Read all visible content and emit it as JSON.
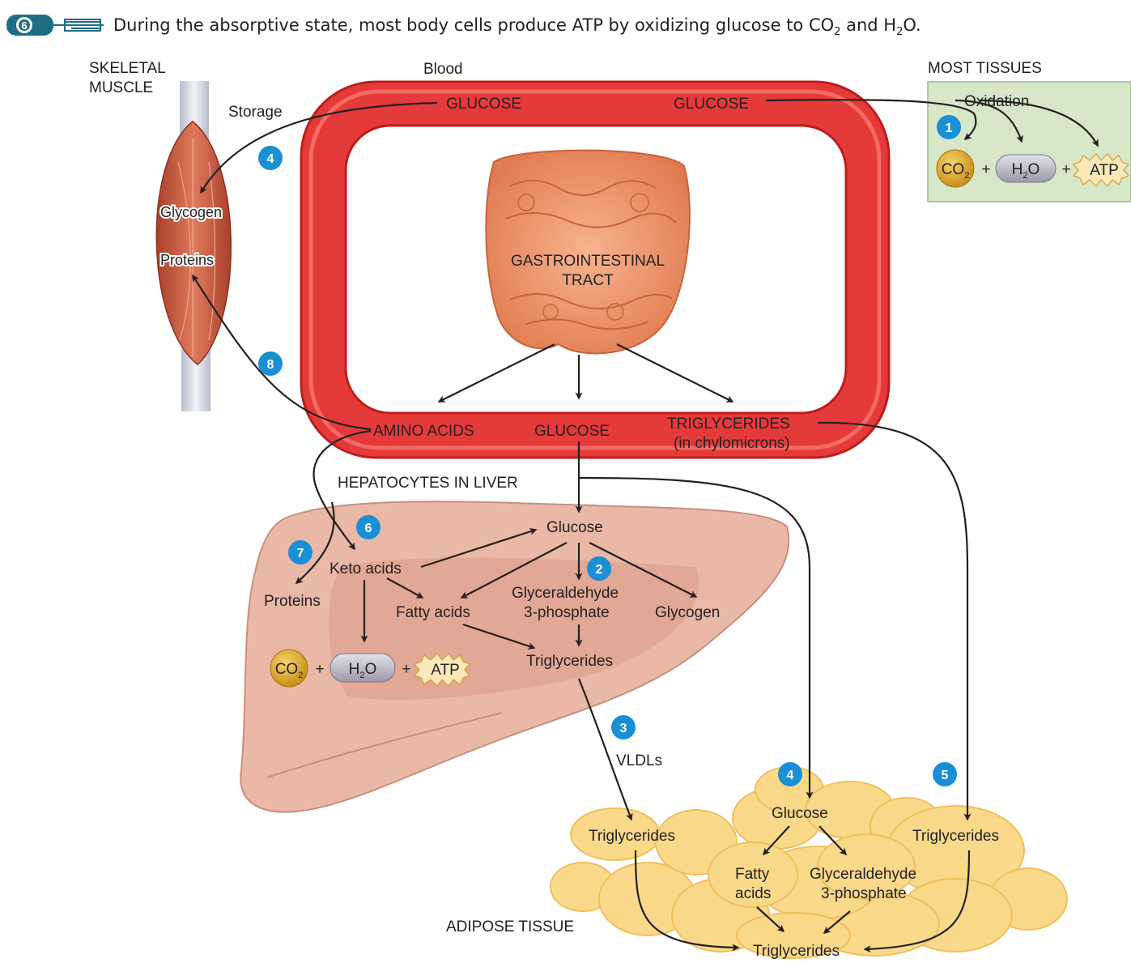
{
  "caption": {
    "text_main": "During the absorptive state, most body cells produce ATP by oxidizing glucose to CO",
    "sub2": "2",
    "text_and": " and H",
    "text_end": "O.",
    "icon": "key-lock-icon"
  },
  "regions": {
    "skeletal_muscle_1": "SKELETAL",
    "skeletal_muscle_2": "MUSCLE",
    "blood": "Blood",
    "most_tissues": "MOST TISSUES",
    "oxidation": "Oxidation",
    "storage": "Storage",
    "gi_tract_1": "GASTROINTESTINAL",
    "gi_tract_2": "TRACT",
    "hepatocytes": "HEPATOCYTES IN LIVER",
    "adipose": "ADIPOSE TISSUE",
    "vldls": "VLDLs"
  },
  "blood": {
    "glucose_left": "GLUCOSE",
    "glucose_right": "GLUCOSE",
    "amino_acids": "AMINO ACIDS",
    "glucose_bottom": "GLUCOSE",
    "triglycerides": "TRIGLYCERIDES",
    "chylomicrons": "(in chylomicrons)"
  },
  "muscle": {
    "glycogen": "Glycogen",
    "proteins": "Proteins"
  },
  "products": {
    "co": "CO",
    "two": "2",
    "h": "H",
    "o": "O",
    "plus": "+",
    "atp": "ATP"
  },
  "liver": {
    "glucose": "Glucose",
    "keto_acids": "Keto acids",
    "proteins": "Proteins",
    "fatty_acids": "Fatty acids",
    "g3p_1": "Glyceraldehyde",
    "g3p_2": "3-phosphate",
    "glycogen": "Glycogen",
    "triglycerides": "Triglycerides"
  },
  "adipose": {
    "triglycerides_left": "Triglycerides",
    "glucose": "Glucose",
    "triglycerides_right": "Triglycerides",
    "fatty_1": "Fatty",
    "fatty_2": "acids",
    "g3p_1": "Glyceraldehyde",
    "g3p_2": "3-phosphate",
    "triglycerides_bottom": "Triglycerides"
  },
  "badges": {
    "b1": "1",
    "b2": "2",
    "b3": "3",
    "b4a": "4",
    "b4b": "4",
    "b5": "5",
    "b6": "6",
    "b7": "7",
    "b8": "8"
  },
  "colors": {
    "badge": "#1a8fd6",
    "blood_vessel": "#e8282a",
    "tissue_box": "#d6e8c8",
    "fat": "#fbd98a",
    "liver": "#e8b5a3",
    "muscle": "#c9533c"
  }
}
